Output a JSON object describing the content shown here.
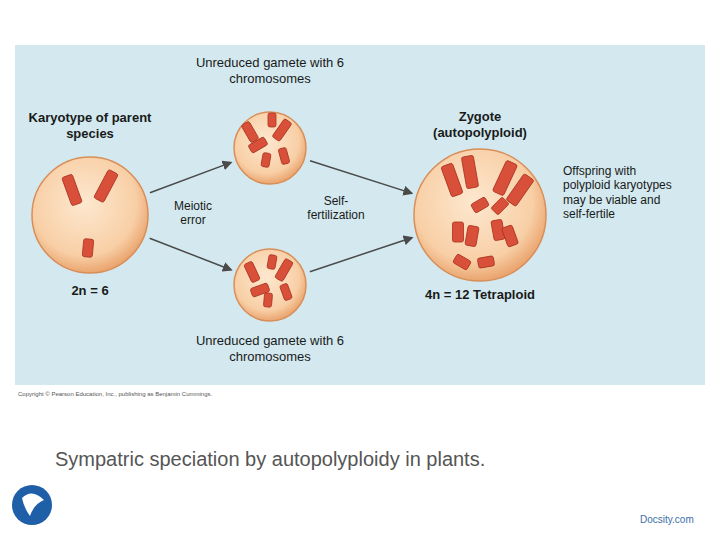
{
  "diagram": {
    "caption": "Sympatric speciation by autopolyploidy in plants.",
    "nodes": [
      {
        "text": [
          "Karyotype of parent species",
          "2n = 6"
        ]
      },
      {
        "text": [
          "Unreduced gamete with 6 chromosomes"
        ]
      },
      {
        "text": [
          "Unreduced gamete with 6 chromosomes"
        ]
      },
      {
        "text": [
          "Zygote (autopolyploid)",
          "4n = 12 Tetraploid"
        ]
      }
    ],
    "edges": [
      {
        "from": 0,
        "to": 1,
        "arrow": "to"
      },
      {
        "from": 0,
        "to": 2,
        "arrow": "to"
      },
      {
        "from": 1,
        "to": 3,
        "arrow": "to"
      },
      {
        "from": 2,
        "to": 3,
        "arrow": "to"
      }
    ],
    "labels": [
      "Meiotic error",
      "Self-fertilization",
      "Offspring with polyploid karyotypes may be viable and self-fertile",
      "Copyright © Pearson Education, Inc., publishing as Benjamin Cummings.",
      "Docsity.com"
    ]
  }
}
